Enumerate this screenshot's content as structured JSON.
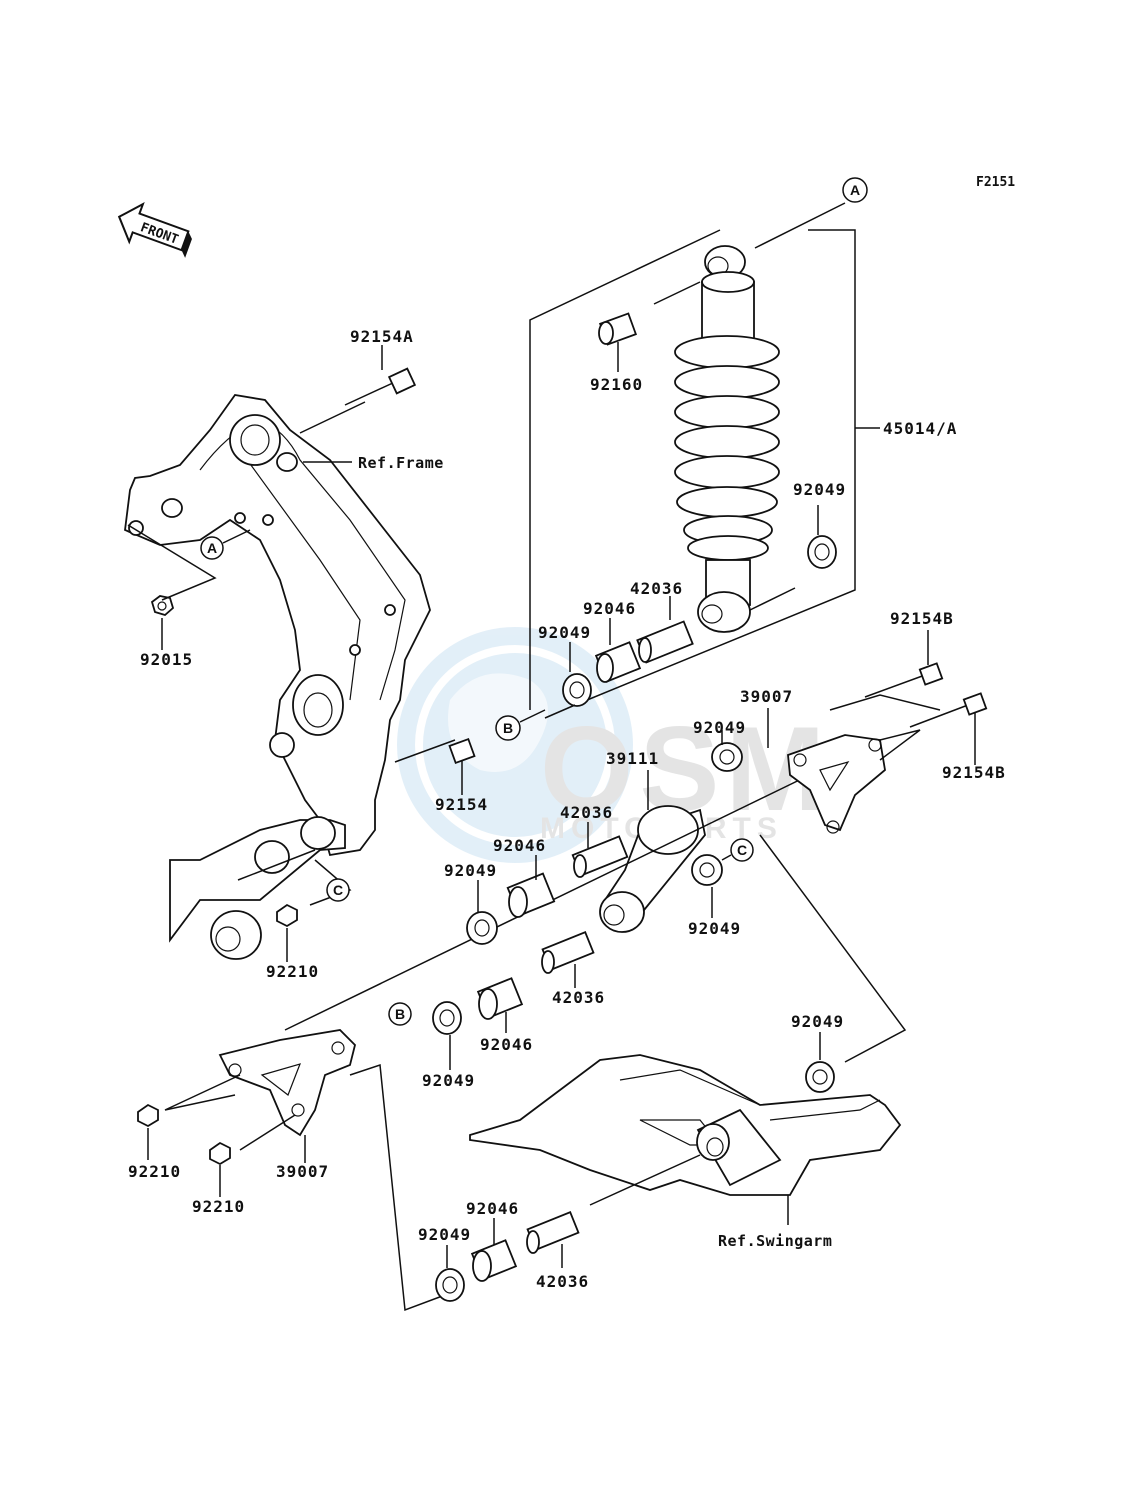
{
  "figure_code": "F2151",
  "front_arrow": "FRONT",
  "watermark": {
    "brand": "OSM",
    "sub": "MOTOPARTS"
  },
  "refs": {
    "frame": "Ref.Frame",
    "swingarm": "Ref.Swingarm"
  },
  "markers": {
    "a": "A",
    "b": "B",
    "c": "C"
  },
  "labels": {
    "p92154A": "92154A",
    "p92160": "92160",
    "p45014A": "45014/A",
    "p92049_top": "92049",
    "p42036_top": "42036",
    "p92046_top": "92046",
    "p92049_left": "92049",
    "p92015": "92015",
    "p92154B_top": "92154B",
    "p39007_right": "39007",
    "p92049_rocker": "92049",
    "p92154B_right": "92154B",
    "p39111": "39111",
    "p92154": "92154",
    "p42036_mid": "42036",
    "p92046_mid": "92046",
    "p92049_mid": "92049",
    "p92049_c": "92049",
    "p92210_top": "92210",
    "p42036_low": "42036",
    "p92046_low": "92046",
    "p92049_low": "92049",
    "p92049_sw": "92049",
    "p92210_l1": "92210",
    "p39007_left": "39007",
    "p92210_l2": "92210",
    "p92046_bot": "92046",
    "p92049_bot": "92049",
    "p42036_bot": "42036"
  }
}
